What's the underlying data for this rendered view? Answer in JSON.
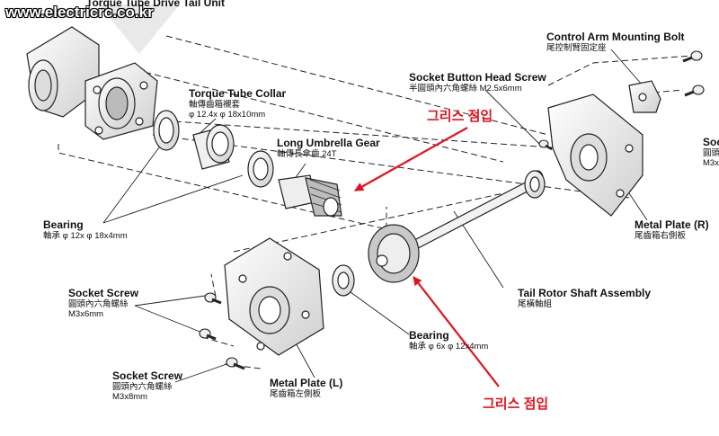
{
  "watermark": "www.electricrc.co.kr",
  "labels": {
    "torque_tube_drive": "Torque Tube Drive Tail Unit",
    "torque_tube_collar": {
      "title": "Torque Tube Collar",
      "line1": "軸傳齒箱襯套",
      "line2": "φ 12.4x φ 18x10mm"
    },
    "long_umbrella_gear": {
      "title": "Long Umbrella Gear",
      "line1": "軸傳長傘齒 24T"
    },
    "bearing_upper": {
      "title": "Bearing",
      "line1": "軸承 φ 12x φ 18x4mm"
    },
    "socket_screw_1": {
      "title": "Socket Screw",
      "line1": "圓頭內六角螺絲",
      "line2": "M3x6mm"
    },
    "socket_screw_2": {
      "title": "Socket Screw",
      "line1": "圓頭內六角螺絲",
      "line2": "M3x8mm"
    },
    "metal_plate_l": {
      "title": "Metal Plate (L)",
      "line1": "尾齒箱左側板"
    },
    "bearing_lower": {
      "title": "Bearing",
      "line1": "軸承 φ 6x φ 12x4mm"
    },
    "tail_rotor_shaft": {
      "title": "Tail Rotor Shaft Assembly",
      "line1": "尾橫軸組"
    },
    "metal_plate_r": {
      "title": "Metal Plate (R)",
      "line1": "尾齒箱右側板"
    },
    "socket_button_head": {
      "title": "Socket Button Head Screw",
      "line1": "半圓頭內六角螺絲 M2.5x6mm"
    },
    "control_arm_bolt": {
      "title": "Control Arm Mounting Bolt",
      "line1": "尾控制臂固定座"
    },
    "socket_right_cut": {
      "line1": "Soc",
      "line2": "圓頭",
      "line3": "M3x"
    }
  },
  "annotations": {
    "grease_top": "그리스 점입",
    "grease_bottom": "그리스 점입"
  },
  "colors": {
    "annotation": "#e8101a",
    "line": "#222222",
    "part_fill": "#f4f4f4"
  }
}
